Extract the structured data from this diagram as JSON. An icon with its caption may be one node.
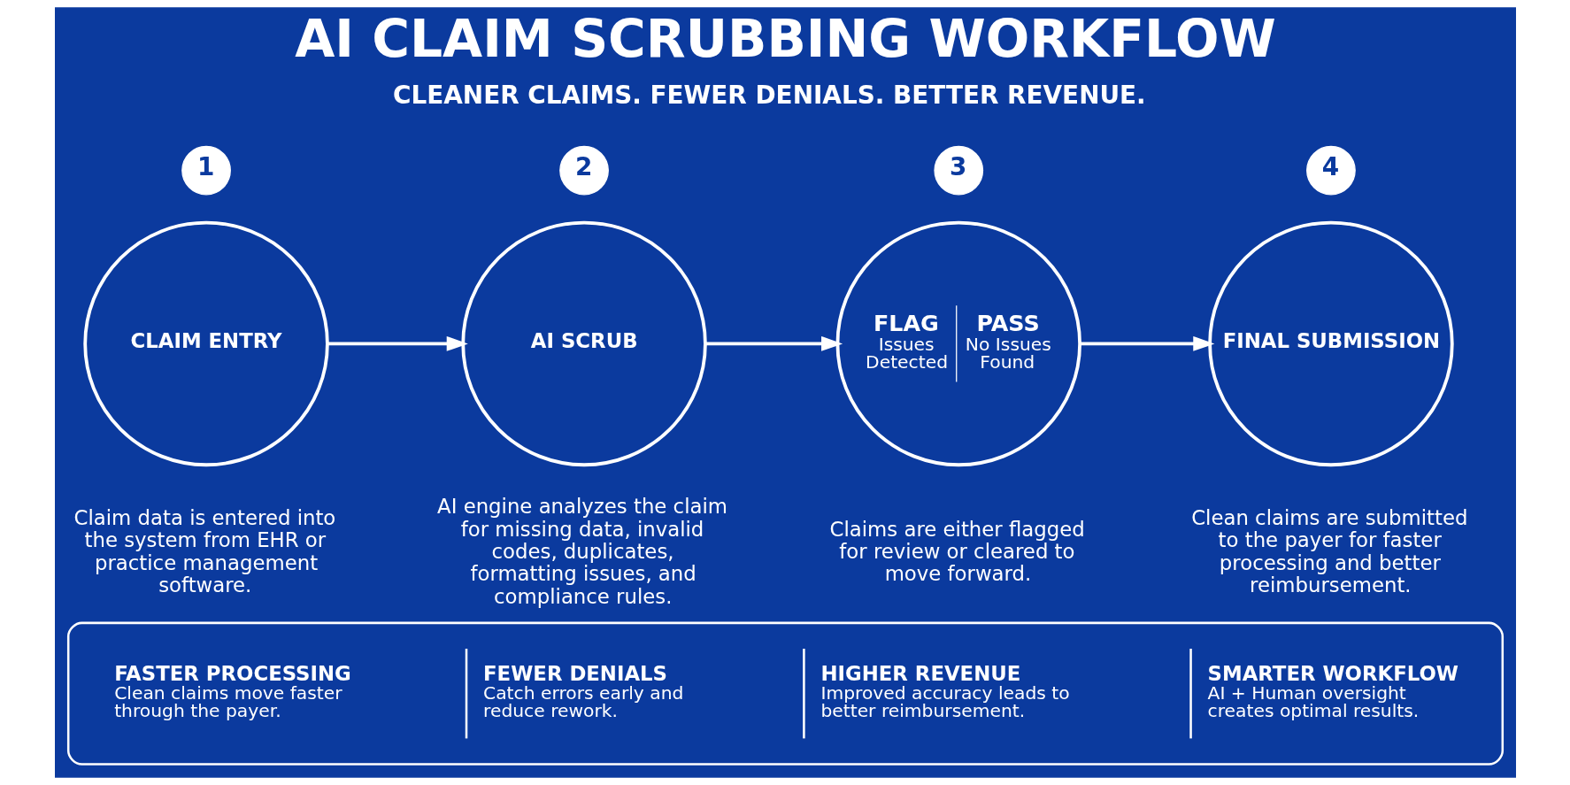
{
  "diagram": {
    "title": "AI CLAIM SCRUBBING WORKFLOW",
    "nodes": [
      {
        "text": [
          "CLAIM ENTRY"
        ],
        "beside": [
          "1",
          "Claim data is entered into the system from EHR or practice management software."
        ]
      },
      {
        "text": [
          "AI SCRUB"
        ],
        "beside": [
          "2",
          "AI engine analyzes the claim for missing data, invalid codes, duplicates, formatting issues, and compliance rules."
        ]
      },
      {
        "text": [
          "FLAG",
          "Issues Detected",
          "PASS",
          "No Issues Found"
        ],
        "beside": [
          "3",
          "Claims are either flagged for review or cleared to move forward."
        ]
      },
      {
        "text": [
          "FINAL SUBMISSION"
        ],
        "beside": [
          "4",
          "Clean claims are submitted to the payer for faster processing and better reimbursement."
        ]
      },
      {
        "text": [],
        "shape": "box"
      },
      {
        "text": [
          "FASTER PROCESSING",
          "Clean claims move faster through the payer."
        ],
        "in": 4
      },
      {
        "text": [
          "FEWER DENIALS",
          "Catch errors early and reduce rework."
        ],
        "in": 4
      },
      {
        "text": [
          "HIGHER REVENUE",
          "Improved accuracy leads to better reimbursement."
        ],
        "in": 4
      },
      {
        "text": [
          "SMARTER WORKFLOW",
          "AI + Human oversight creates optimal results."
        ],
        "in": 4
      }
    ],
    "edges": [
      {
        "from": 0,
        "to": 1,
        "arrow": "to"
      },
      {
        "from": 1,
        "to": 2,
        "arrow": "to"
      },
      {
        "from": 2,
        "to": 3,
        "arrow": "to"
      }
    ],
    "labels": [
      "CLEANER CLAIMS. FEWER DENIALS. BETTER REVENUE."
    ]
  }
}
